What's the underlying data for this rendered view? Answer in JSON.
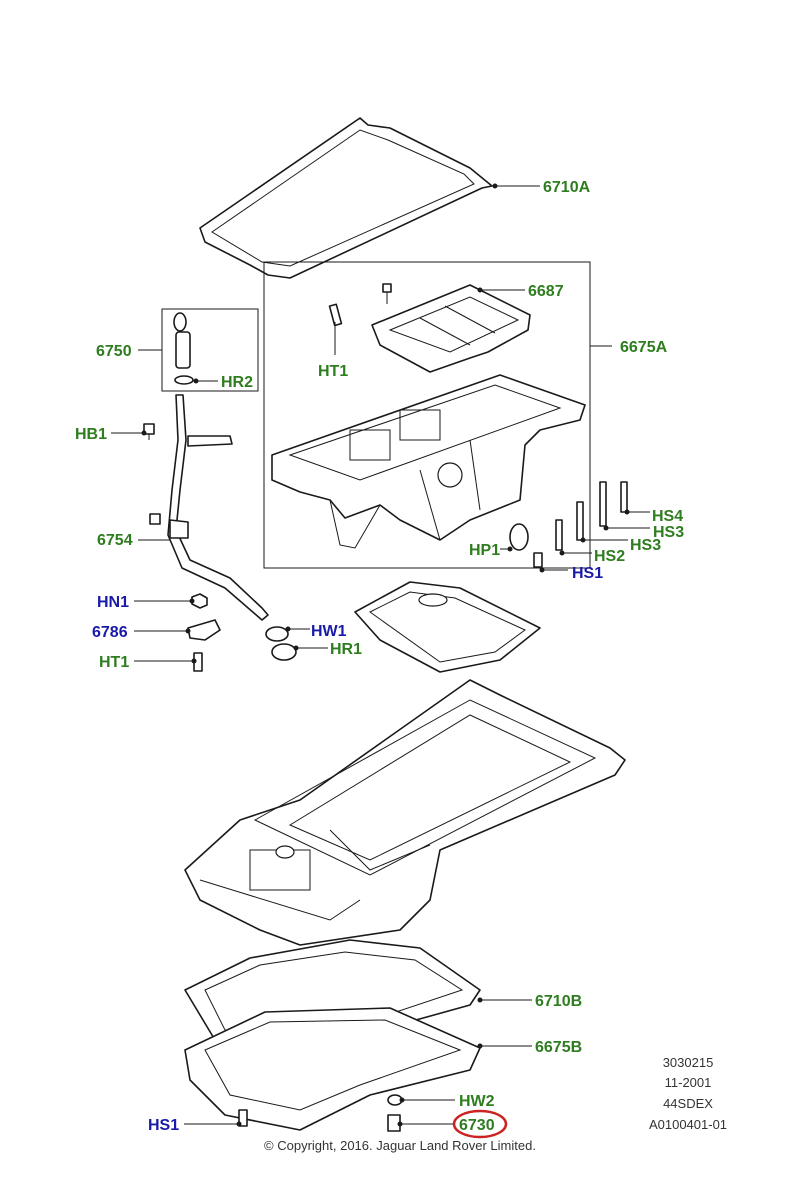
{
  "labels": {
    "l6710A": "6710A",
    "l6687": "6687",
    "l6675A": "6675A",
    "l6750": "6750",
    "lHR2": "HR2",
    "lHT1a": "HT1",
    "lHB1": "HB1",
    "lHS4": "HS4",
    "lHS3a": "HS3",
    "lHS3b": "HS3",
    "lHP1": "HP1",
    "lHS2": "HS2",
    "lHS1a": "HS1",
    "l6754": "6754",
    "lHN1": "HN1",
    "l6786": "6786",
    "lHW1": "HW1",
    "lHR1": "HR1",
    "lHT1b": "HT1",
    "l6710B": "6710B",
    "l6675B": "6675B",
    "lHS1b": "HS1",
    "lHW2": "HW2",
    "l6730": "6730"
  },
  "meta": {
    "line1": "3030215",
    "line2": "11-2001",
    "line3": "44SDEX",
    "line4": "A0100401-01"
  },
  "copyright": "© Copyright, 2016. Jaguar Land Rover Limited.",
  "colors": {
    "green_label": "#2e7d1f",
    "blue_label": "#1a1aa8",
    "highlight": "#cc2222"
  }
}
